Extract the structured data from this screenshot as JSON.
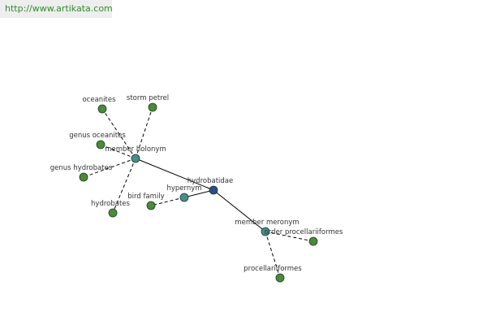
{
  "banner": {
    "url_text": "http://www.artikata.com"
  },
  "colors": {
    "leaf_node": "#4a8a3a",
    "relation_node": "#4a8c8c",
    "center_node": "#2d4a8a",
    "edge": "#000000",
    "url_text": "#2e8b2e"
  },
  "graph": {
    "nodes": [
      {
        "id": "hydrobatidae",
        "label": "hydrobatidae",
        "kind": "center"
      },
      {
        "id": "member-holonym",
        "label": "member holonym",
        "kind": "relation"
      },
      {
        "id": "hypernym",
        "label": "hypernym",
        "kind": "relation"
      },
      {
        "id": "member-meronym",
        "label": "member meronym",
        "kind": "relation"
      },
      {
        "id": "oceanites",
        "label": "oceanites",
        "kind": "leaf"
      },
      {
        "id": "storm-petrel",
        "label": "storm petrel",
        "kind": "leaf"
      },
      {
        "id": "genus-oceanites",
        "label": "genus oceanites",
        "kind": "leaf"
      },
      {
        "id": "genus-hydrobates",
        "label": "genus hydrobates",
        "kind": "leaf"
      },
      {
        "id": "hydrobates",
        "label": "hydrobates",
        "kind": "leaf"
      },
      {
        "id": "bird-family",
        "label": "bird family",
        "kind": "leaf"
      },
      {
        "id": "order-procellariiformes",
        "label": "order procellariiformes",
        "kind": "leaf"
      },
      {
        "id": "procellariiformes",
        "label": "procellariiformes",
        "kind": "leaf"
      }
    ],
    "edges": [
      {
        "from": "hydrobatidae",
        "to": "member-holonym",
        "style": "solid"
      },
      {
        "from": "hydrobatidae",
        "to": "hypernym",
        "style": "solid"
      },
      {
        "from": "hydrobatidae",
        "to": "member-meronym",
        "style": "solid"
      },
      {
        "from": "member-holonym",
        "to": "oceanites",
        "style": "dashed"
      },
      {
        "from": "member-holonym",
        "to": "storm-petrel",
        "style": "dashed"
      },
      {
        "from": "member-holonym",
        "to": "genus-oceanites",
        "style": "dashed"
      },
      {
        "from": "member-holonym",
        "to": "genus-hydrobates",
        "style": "dashed"
      },
      {
        "from": "member-holonym",
        "to": "hydrobates",
        "style": "dashed"
      },
      {
        "from": "hypernym",
        "to": "bird-family",
        "style": "dashed"
      },
      {
        "from": "member-meronym",
        "to": "order-procellariiformes",
        "style": "dashed"
      },
      {
        "from": "member-meronym",
        "to": "procellariiformes",
        "style": "dashed"
      }
    ]
  }
}
